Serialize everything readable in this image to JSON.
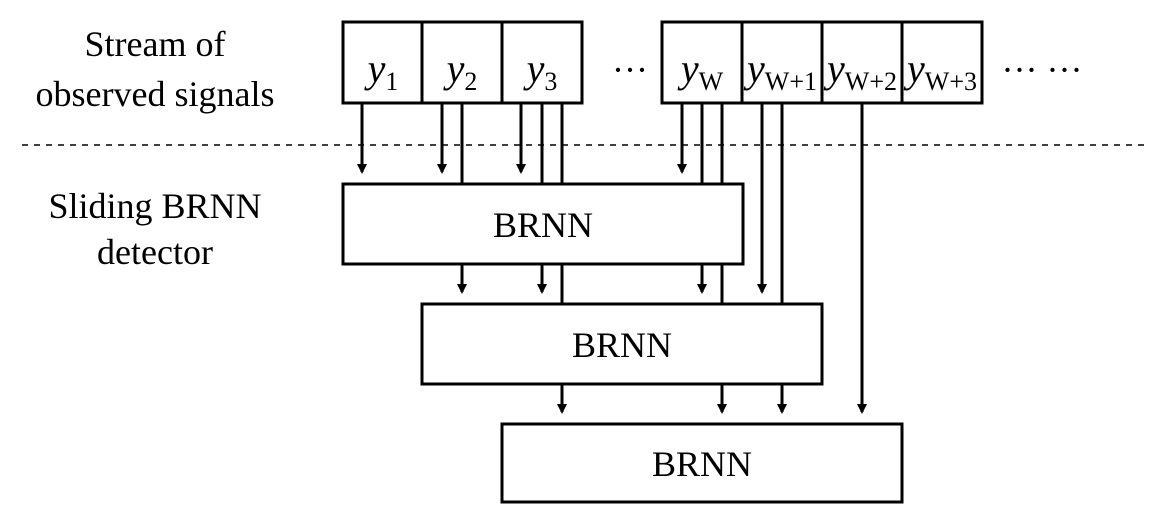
{
  "labels": {
    "stream_line1": "Stream of",
    "stream_line2": "observed signals",
    "detector_line1": "Sliding BRNN",
    "detector_line2": "detector"
  },
  "signal_cells": [
    {
      "base": "y",
      "sub": "1"
    },
    {
      "base": "y",
      "sub": "2"
    },
    {
      "base": "y",
      "sub": "3"
    },
    {
      "base": "y",
      "sub": "W"
    },
    {
      "base": "y",
      "sub": "W+1"
    },
    {
      "base": "y",
      "sub": "W+2"
    },
    {
      "base": "y",
      "sub": "W+3"
    }
  ],
  "ellipsis_middle": "···",
  "ellipsis_end": "··· ···",
  "brnn_boxes": [
    {
      "label": "BRNN"
    },
    {
      "label": "BRNN"
    },
    {
      "label": "BRNN"
    }
  ],
  "colors": {
    "stroke": "#000000",
    "passthrough": "#c8c8c8",
    "background": "#ffffff"
  }
}
